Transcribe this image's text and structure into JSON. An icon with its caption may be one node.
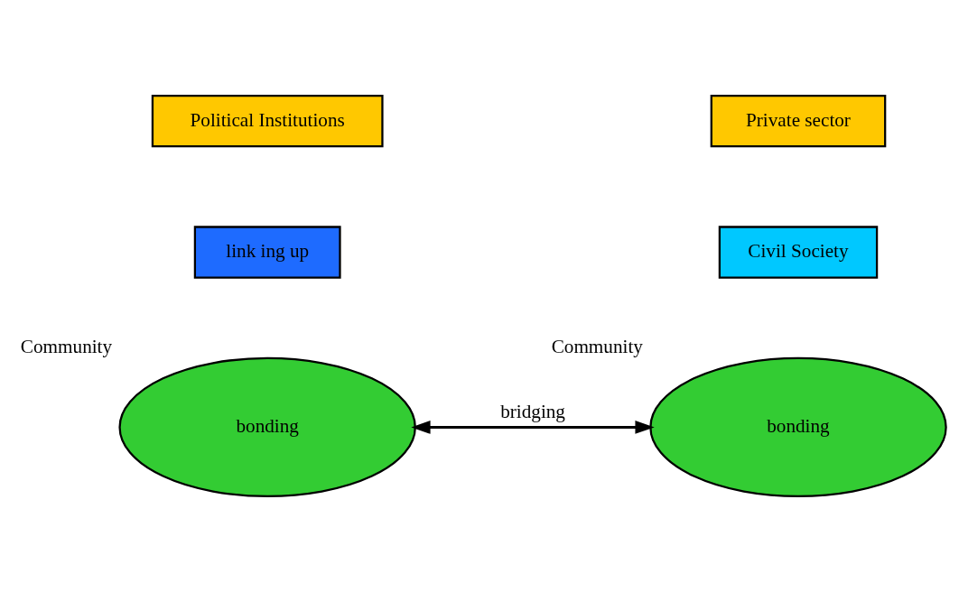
{
  "diagram": {
    "nodes": [
      {
        "text": [
          "Political Institutions"
        ]
      },
      {
        "text": [
          "Private sector"
        ]
      },
      {
        "text": [
          "link ing up"
        ]
      },
      {
        "text": [
          "Civil Society"
        ]
      },
      {
        "text": [
          "bonding"
        ],
        "beside": [
          "Community"
        ]
      },
      {
        "text": [
          "bonding"
        ],
        "beside": [
          "Community"
        ]
      }
    ],
    "edges": [
      {
        "from": 4,
        "to": 5,
        "arrow": "both",
        "label": "bridging"
      }
    ]
  }
}
